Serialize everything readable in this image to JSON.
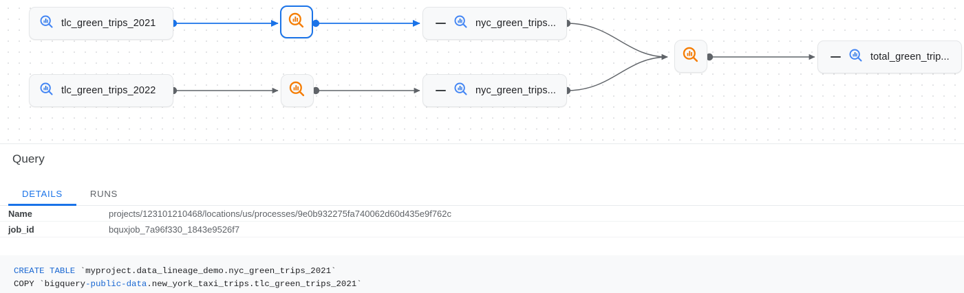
{
  "graph": {
    "nodes": [
      {
        "id": "tlc2021",
        "label": "tlc_green_trips_2021",
        "kind": "table",
        "icon": "lineage-search-blue-icon",
        "selected": false,
        "collapsible": false
      },
      {
        "id": "tlc2022",
        "label": "tlc_green_trips_2022",
        "kind": "table",
        "icon": "lineage-search-blue-icon",
        "selected": false,
        "collapsible": false
      },
      {
        "id": "proc1",
        "label": "",
        "kind": "process",
        "icon": "lineage-search-orange-icon",
        "selected": true,
        "collapsible": false
      },
      {
        "id": "proc2",
        "label": "",
        "kind": "process",
        "icon": "lineage-search-orange-icon",
        "selected": false,
        "collapsible": false
      },
      {
        "id": "nyc1",
        "label": "nyc_green_trips...",
        "kind": "table",
        "icon": "lineage-search-blue-icon",
        "selected": false,
        "collapsible": true
      },
      {
        "id": "nyc2",
        "label": "nyc_green_trips...",
        "kind": "table",
        "icon": "lineage-search-blue-icon",
        "selected": false,
        "collapsible": true
      },
      {
        "id": "proc3",
        "label": "",
        "kind": "process",
        "icon": "lineage-search-orange-icon",
        "selected": false,
        "collapsible": false
      },
      {
        "id": "total",
        "label": "total_green_trip...",
        "kind": "table",
        "icon": "lineage-search-blue-icon",
        "selected": false,
        "collapsible": true
      }
    ],
    "colors": {
      "edge_default": "#5f6368",
      "edge_highlight": "#1a73e8",
      "table_icon": "#4285f4",
      "process_icon": "#f57c00",
      "selected_border": "#1a73e8"
    }
  },
  "panel": {
    "title": "Query",
    "tabs": [
      {
        "id": "details",
        "label": "DETAILS",
        "active": true
      },
      {
        "id": "runs",
        "label": "RUNS",
        "active": false
      }
    ],
    "fields": [
      {
        "key": "Name",
        "value": "projects/123101210468/locations/us/processes/9e0b932275fa740062d60d435e9f762c"
      },
      {
        "key": "job_id",
        "value": "bquxjob_7a96f330_1843e9526f7"
      }
    ],
    "code": {
      "line1_keyword": "CREATE TABLE",
      "line1_rest": " `myproject.data_lineage_demo.nyc_green_trips_2021`",
      "line2_pre": "COPY `bigquery",
      "line2_keyword": "-public-data",
      "line2_rest": ".new_york_taxi_trips.tlc_green_trips_2021`"
    }
  }
}
